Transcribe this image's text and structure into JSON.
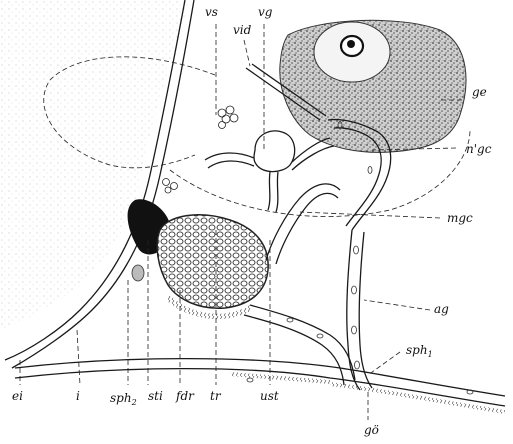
{
  "figure": {
    "labels": {
      "vs": "vs",
      "vg": "vg",
      "vid": "vid",
      "ge": "ge",
      "ngc_base": "n",
      "ngc_sup": "'",
      "ngc_rest": "gc",
      "mgc": "mgc",
      "ag": "ag",
      "sph1_base": "sph",
      "sph1_sub": "1",
      "ei": "ei",
      "i": "i",
      "sph2_base": "sph",
      "sph2_sub": "2",
      "sti": "sti",
      "fdr": "fdr",
      "tr": "tr",
      "ust": "ust",
      "go": "gö"
    }
  }
}
